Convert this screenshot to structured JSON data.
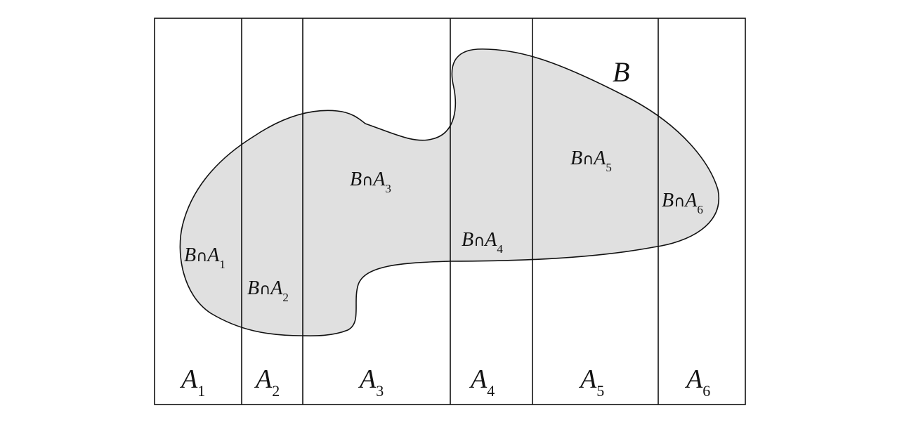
{
  "set_b_label": "B",
  "partitions": [
    {
      "name": "A",
      "sub": "1"
    },
    {
      "name": "A",
      "sub": "2"
    },
    {
      "name": "A",
      "sub": "3"
    },
    {
      "name": "A",
      "sub": "4"
    },
    {
      "name": "A",
      "sub": "5"
    },
    {
      "name": "A",
      "sub": "6"
    }
  ],
  "intersections": [
    {
      "b": "B",
      "op": "∩",
      "a": "A",
      "sub": "1"
    },
    {
      "b": "B",
      "op": "∩",
      "a": "A",
      "sub": "2"
    },
    {
      "b": "B",
      "op": "∩",
      "a": "A",
      "sub": "3"
    },
    {
      "b": "B",
      "op": "∩",
      "a": "A",
      "sub": "4"
    },
    {
      "b": "B",
      "op": "∩",
      "a": "A",
      "sub": "5"
    },
    {
      "b": "B",
      "op": "∩",
      "a": "A",
      "sub": "6"
    }
  ],
  "colors": {
    "blob_fill": "#e0e0e0",
    "stroke": "#111111"
  }
}
